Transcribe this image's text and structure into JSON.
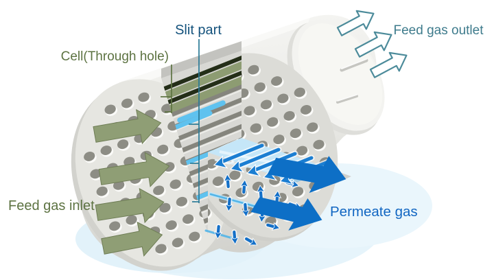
{
  "diagram": {
    "labels": {
      "slit_part": {
        "text": "Slit part",
        "color": "#14527c"
      },
      "cell_through_hole": {
        "text": "Cell(Through hole)",
        "color": "#5d7342"
      },
      "feed_gas_outlet": {
        "text": "Feed gas outlet",
        "color": "#3e7b8c"
      },
      "feed_gas_inlet": {
        "text": "Feed gas inlet",
        "color": "#5d7342"
      },
      "permeate_gas": {
        "text": "Permeate gas",
        "color": "#1166c2"
      }
    },
    "colors": {
      "body_light": "#f7f7f5",
      "body_mid": "#e9e9e5",
      "body_shadow": "#d2d2cd",
      "cut_face": "#d8d8d4",
      "cut_band": "#c3c3bf",
      "face": "#e6e6e1",
      "face2": "#dcdcd7",
      "face_shade": "#d2d2cd",
      "hole": "#8d8d85",
      "groove_slot": "#85857d",
      "cell_green": "#8d9c72",
      "cell_slot_dark": "#242e18",
      "slit_blue": "#5fc2ef",
      "slit_ledge": "#c5e6f8",
      "flow_blue": "#1b7ed2",
      "small_flow_blue": "#1470c8",
      "permeate_blue": "#0d6fc6",
      "inlet_olive": "#8f9e75",
      "inlet_olive_edge": "#6e7d55",
      "outlet_teal": "#4c8b9a",
      "leader_teal": "#2a7a96",
      "leader_olive": "#5d7342",
      "glow": "#e6f4fb"
    },
    "arrows": {
      "feed_inlet_count": 4,
      "feed_outlet_count": 3,
      "permeate_count": 2,
      "slit_flow_count": 5,
      "green_cell_rows": 2,
      "slit_highlight_count": 3
    }
  }
}
